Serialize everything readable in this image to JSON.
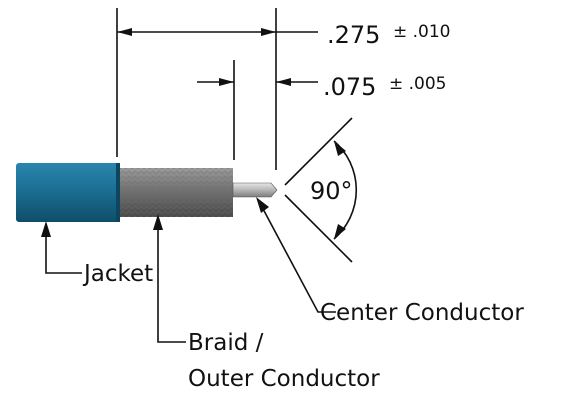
{
  "dimensions": {
    "overall": {
      "value": ".275",
      "tolerance": "± .010"
    },
    "pin": {
      "value": ".075",
      "tolerance": "± .005"
    },
    "angle": {
      "value": "90°"
    }
  },
  "labels": {
    "jacket": "Jacket",
    "braid_line1": "Braid /",
    "braid_line2": "Outer Conductor",
    "center_conductor": "Center Conductor"
  },
  "colors": {
    "jacket": "#1c6f93",
    "braid": "#8a8a8a",
    "conductor": "#bdbdbd",
    "lines": "#111111"
  }
}
